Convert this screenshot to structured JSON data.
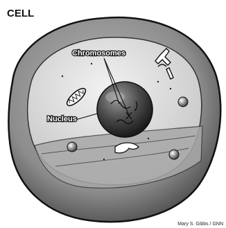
{
  "title": "CELL",
  "labels": {
    "chromosomes": "Chromosomes",
    "nucleus": "Nucleus"
  },
  "credit": "Mary S. Gibbs / GNN",
  "colors": {
    "cell_fill": "#8f8f8f",
    "cytoplasm": "#d9d9d9",
    "nucleus": "#3f3f3f",
    "outline": "#111111"
  }
}
